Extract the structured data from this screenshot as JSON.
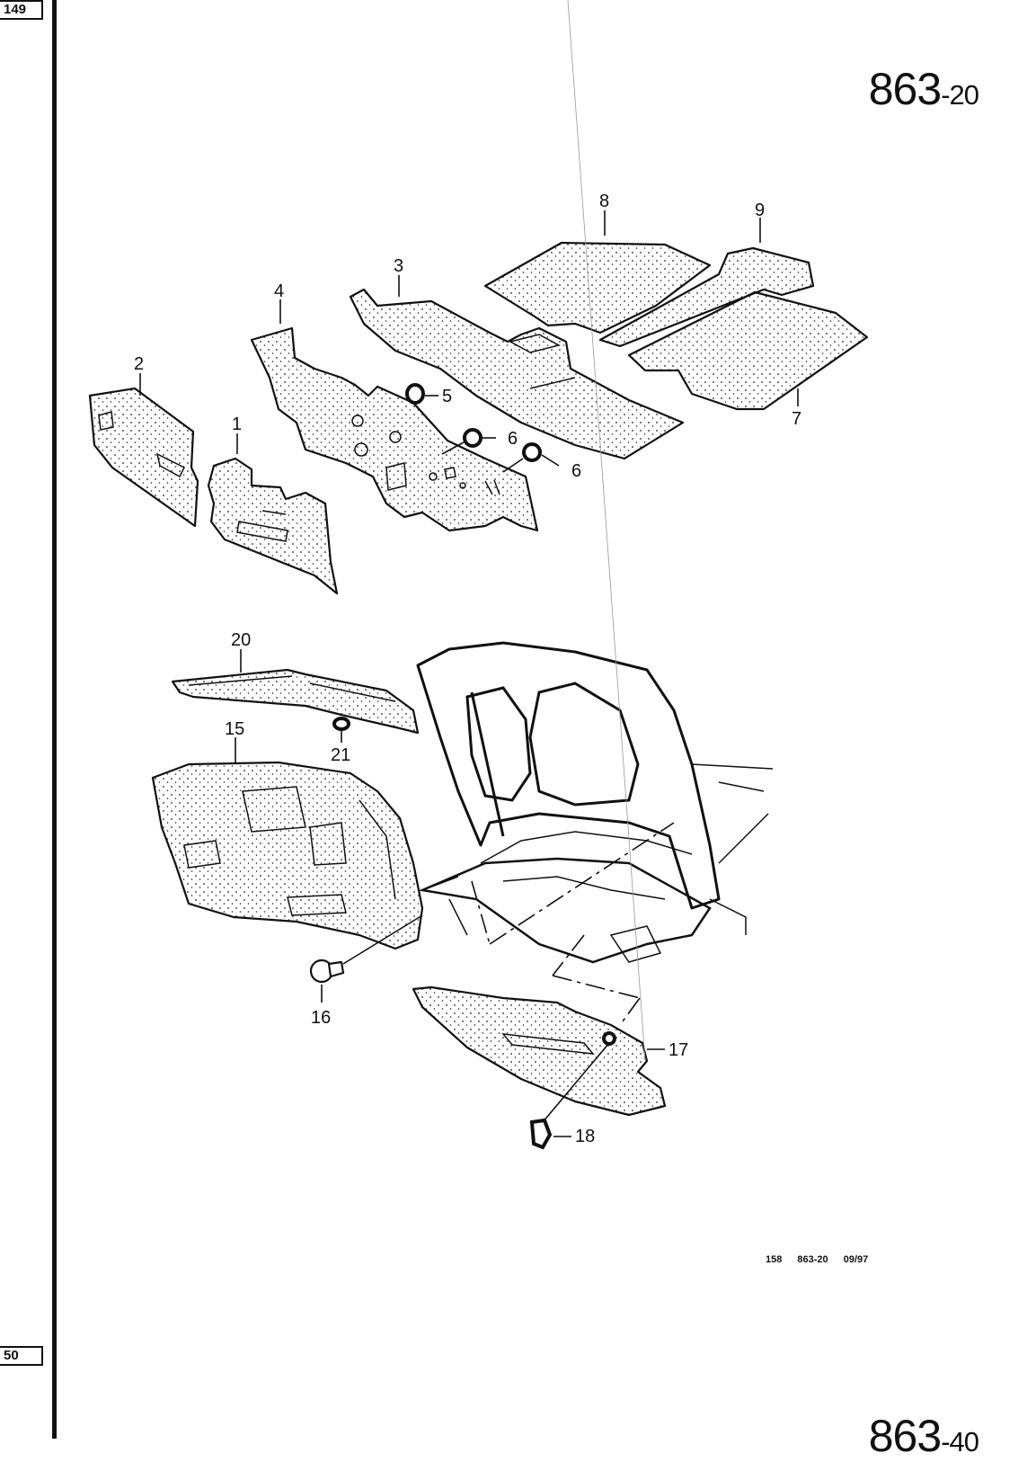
{
  "page": {
    "side_tab_top": "149",
    "side_tab_bottom": "50",
    "page_number_main": "863",
    "page_number_suffix": "-20",
    "next_page_number_main": "863",
    "next_page_number_suffix": "-40",
    "footer_code": "158 863-20 09/97"
  },
  "diagram": {
    "callouts": [
      "1",
      "2",
      "3",
      "4",
      "5",
      "6",
      "6",
      "7",
      "8",
      "9",
      "15",
      "16",
      "17",
      "18",
      "20",
      "21"
    ]
  }
}
